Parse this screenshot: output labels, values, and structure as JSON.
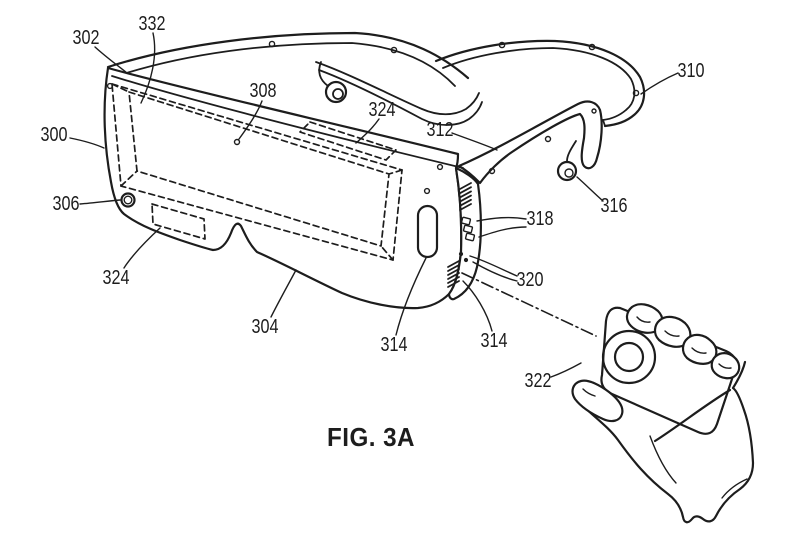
{
  "figure": {
    "caption": "FIG. 3A",
    "colors": {
      "background": "#ffffff",
      "line": "#1d1d1d"
    },
    "labels": [
      {
        "id": "300",
        "text": "300"
      },
      {
        "id": "302",
        "text": "302"
      },
      {
        "id": "304",
        "text": "304"
      },
      {
        "id": "306",
        "text": "306"
      },
      {
        "id": "308",
        "text": "308"
      },
      {
        "id": "310",
        "text": "310"
      },
      {
        "id": "312",
        "text": "312"
      },
      {
        "id": "314-front",
        "text": "314"
      },
      {
        "id": "314-side",
        "text": "314"
      },
      {
        "id": "316",
        "text": "316"
      },
      {
        "id": "318",
        "text": "318"
      },
      {
        "id": "320",
        "text": "320"
      },
      {
        "id": "322",
        "text": "322"
      },
      {
        "id": "324-top",
        "text": "324"
      },
      {
        "id": "324-bottom",
        "text": "324"
      },
      {
        "id": "332",
        "text": "332"
      }
    ]
  }
}
